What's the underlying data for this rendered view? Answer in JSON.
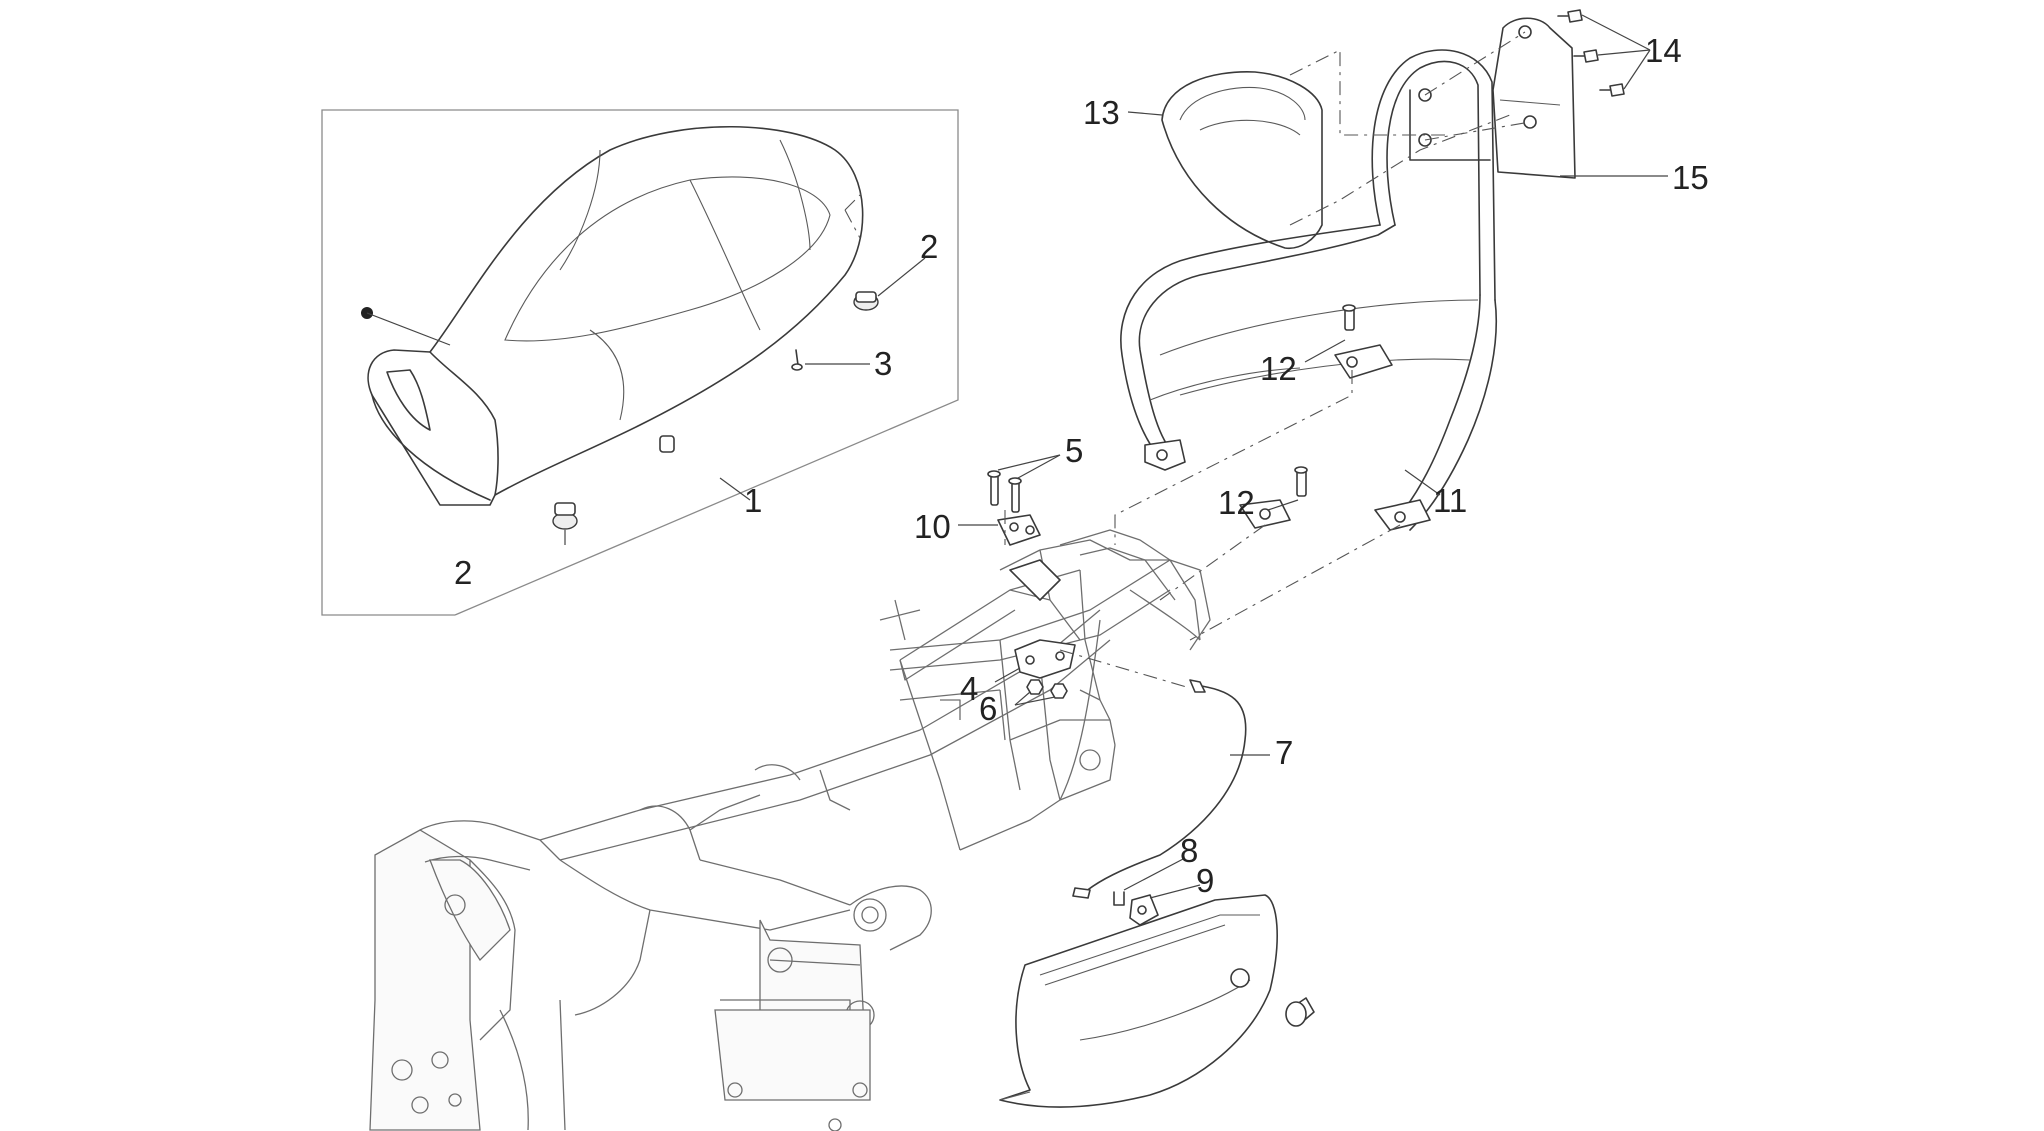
{
  "callouts": [
    {
      "label": "1"
    },
    {
      "label": "2"
    },
    {
      "label": "2"
    },
    {
      "label": "3"
    },
    {
      "label": "4"
    },
    {
      "label": "5"
    },
    {
      "label": "6"
    },
    {
      "label": "7"
    },
    {
      "label": "8"
    },
    {
      "label": "9"
    },
    {
      "label": "10"
    },
    {
      "label": "11"
    },
    {
      "label": "12"
    },
    {
      "label": "12"
    },
    {
      "label": "13"
    },
    {
      "label": "14"
    },
    {
      "label": "15"
    }
  ]
}
